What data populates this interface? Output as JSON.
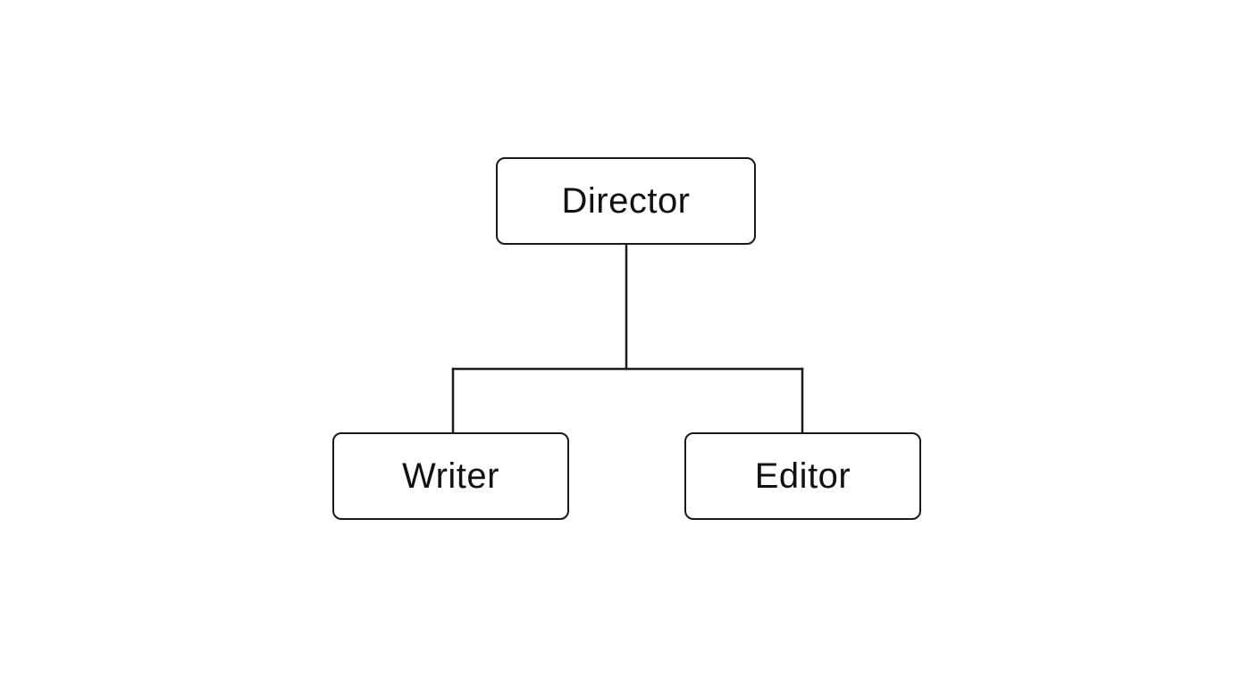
{
  "diagram": {
    "type": "org-chart",
    "nodes": [
      {
        "id": "director",
        "label": "Director"
      },
      {
        "id": "writer",
        "label": "Writer"
      },
      {
        "id": "editor",
        "label": "Editor"
      }
    ],
    "edges": [
      {
        "from": "director",
        "to": "writer"
      },
      {
        "from": "director",
        "to": "editor"
      }
    ]
  }
}
